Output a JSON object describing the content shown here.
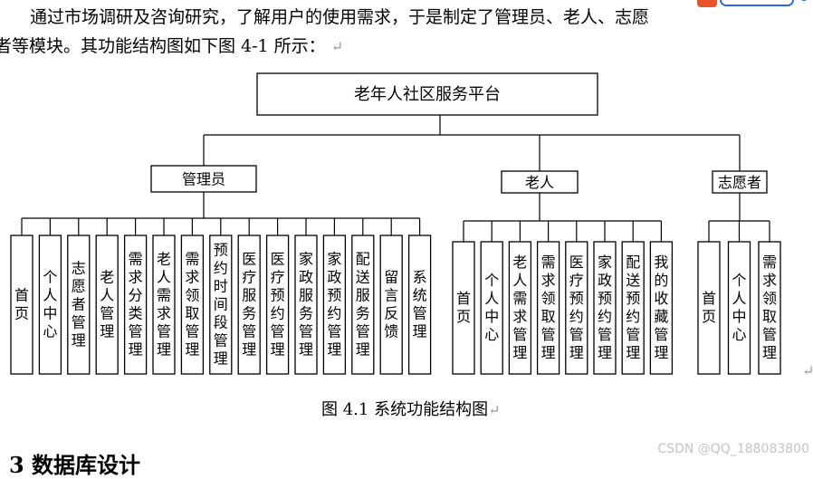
{
  "text_above": {
    "line1": "通过市场调研及咨询研究，了解用户的使用需求，于是制定了管理员、老人、志愿",
    "line2": "者等模块。其功能结构图如下图 4-1 所示：",
    "return_mark": "↵"
  },
  "diagram": {
    "root": "老年人社区服务平台",
    "branches": [
      {
        "label": "管理员",
        "children": [
          "首页",
          "个人中心",
          "志愿者管理",
          "老人管理",
          "需求分类管理",
          "老人需求管理",
          "需求领取管理",
          "预约时间段管理",
          "医疗服务管理",
          "医疗预约管理",
          "家政服务管理",
          "家政预约管理",
          "配送服务管理",
          "留言反馈",
          "系统管理"
        ]
      },
      {
        "label": "老人",
        "children": [
          "首页",
          "个人中心",
          "老人需求管理",
          "需求领取管理",
          "医疗预约管理",
          "家政预约管理",
          "配送预约管理",
          "我的收藏管理"
        ]
      },
      {
        "label": "志愿者",
        "children": [
          "首页",
          "个人中心",
          "需求领取管理"
        ]
      }
    ]
  },
  "caption": "图 4.1 系统功能结构图",
  "section_heading": "3  数据库设计",
  "watermark": "CSDN @QQ_188083800",
  "stray_mark": "↵",
  "colors": {
    "line": "#000000",
    "box_fill": "#ffffff",
    "watermark": "#c4c4c4",
    "return_mark": "#9a9a9a",
    "logo_accent": "#e8532c",
    "logo_blue": "#2f6bd8"
  }
}
